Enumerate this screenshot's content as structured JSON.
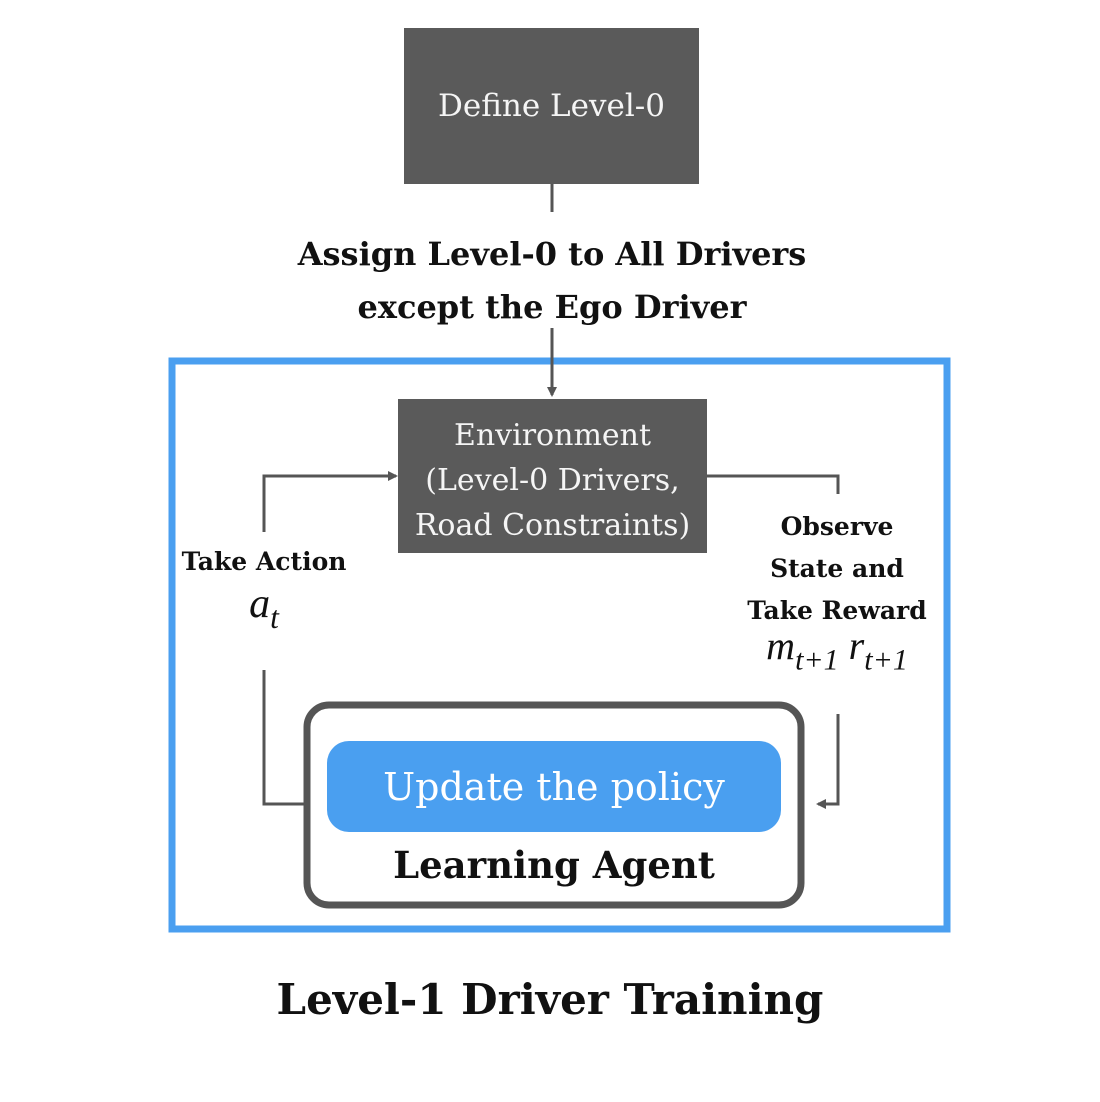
{
  "colors": {
    "dark_box": "#5a5a5a",
    "accent_blue": "#4a9ff0",
    "arrow": "#555555",
    "agent_border": "#555555"
  },
  "define_box": {
    "label": "Define Level-0"
  },
  "assign_text": {
    "line1": "Assign Level-0 to All Drivers",
    "line2": "except the Ego Driver"
  },
  "environment_box": {
    "line1": "Environment",
    "line2": "(Level-0 Drivers,",
    "line3": "Road Constraints)"
  },
  "take_action": {
    "label": "Take Action",
    "symbol": "a",
    "subscript": "t"
  },
  "observe": {
    "line1": "Observe",
    "line2": "State and",
    "line3": "Take Reward",
    "symbol1": "m",
    "subscript1": "t+1",
    "symbol2": "r",
    "subscript2": "t+1"
  },
  "policy_box": {
    "label": "Update the policy"
  },
  "agent_box": {
    "label": "Learning Agent"
  },
  "caption": "Level-1 Driver Training"
}
